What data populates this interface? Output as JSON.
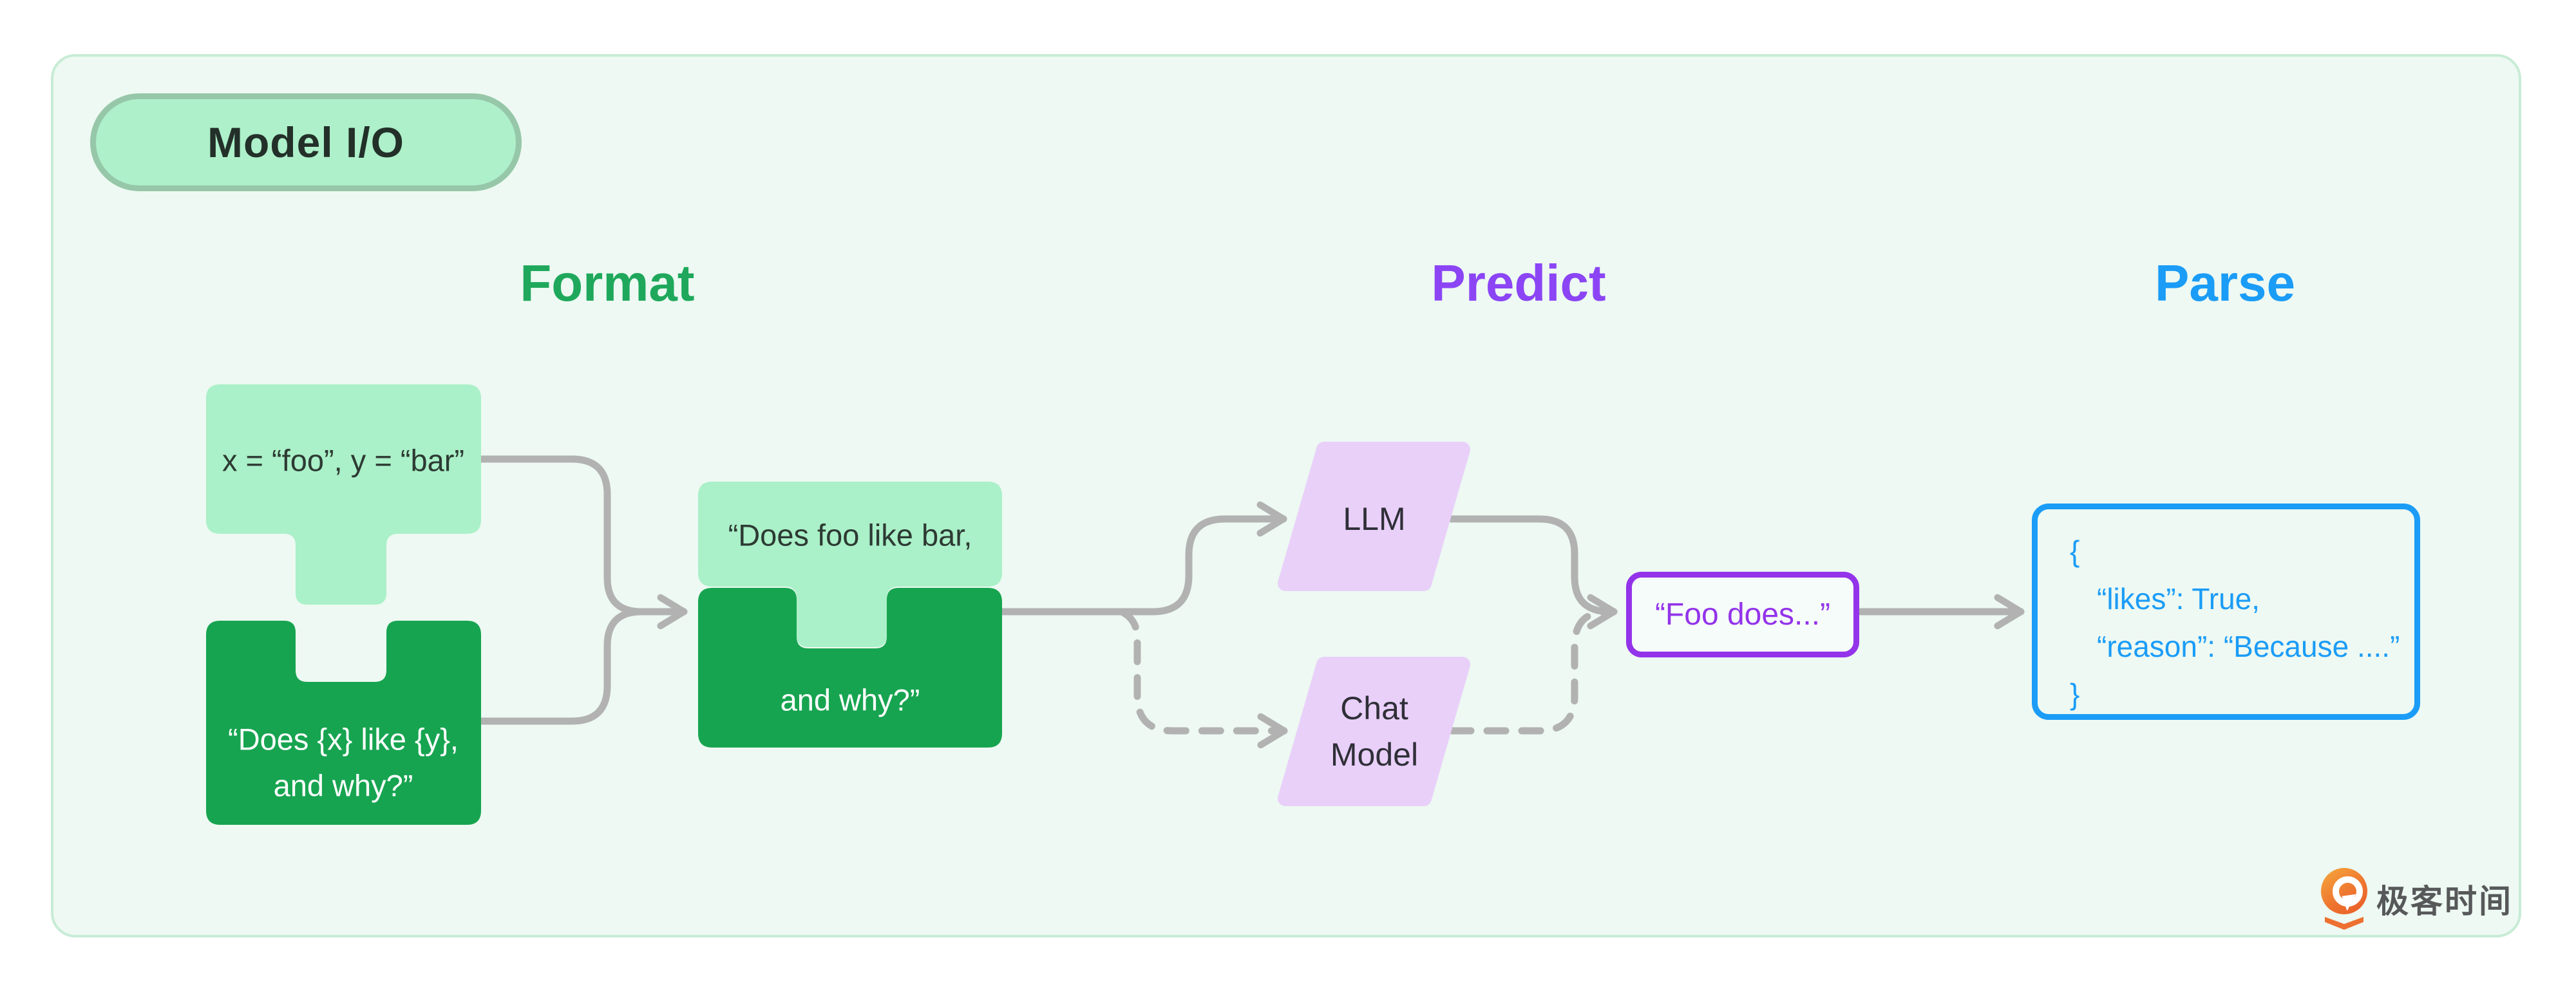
{
  "badge": {
    "label": "Model I/O"
  },
  "columns": [
    {
      "label": "Format",
      "color": "#1fa85c"
    },
    {
      "label": "Predict",
      "color": "#8b45f5"
    },
    {
      "label": "Parse",
      "color": "#1b9cf7"
    }
  ],
  "format": {
    "variables_text": "x = “foo”, y = “bar”",
    "template_line1": "“Does {x} like {y},",
    "template_line2": "and why?”",
    "merged_line1": "“Does foo like bar,",
    "merged_line2": "and why?”"
  },
  "predict": {
    "llm_label": "LLM",
    "chat_model_line1": "Chat",
    "chat_model_line2": "Model",
    "output_text": "“Foo does...”"
  },
  "parse": {
    "json_lines": [
      "{",
      "“likes”: True,",
      "“reason”: “Because ....”",
      "}"
    ]
  },
  "logo": {
    "text": "极客时间"
  },
  "colors": {
    "panel_bg": "#edf9f2",
    "panel_border": "#c8ecd6",
    "light_green": "#aaf0c8",
    "dark_green": "#17a450",
    "badge_fill": "#adf0ca",
    "badge_border": "#96c7a8",
    "parallelogram_fill": "#e9d0f9",
    "accent_purple": "#9333ea",
    "accent_blue": "#1b9cf7",
    "accent_green": "#1fa85c",
    "header_purple": "#8b45f5",
    "connector_gray": "#b2b2b2",
    "logo_orange": "#ee7630"
  }
}
